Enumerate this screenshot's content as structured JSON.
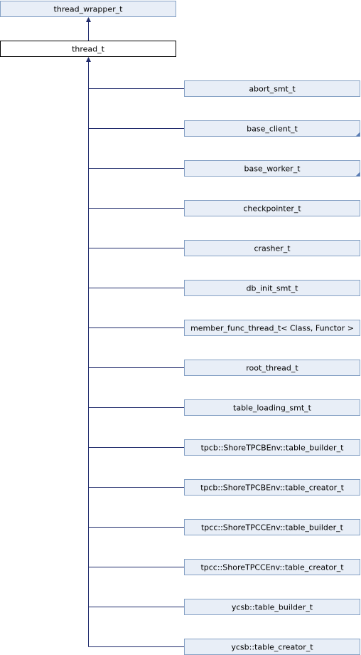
{
  "diagram": {
    "parent": {
      "label": "thread_wrapper_t"
    },
    "current": {
      "label": "thread_t"
    },
    "children": [
      {
        "label": "abort_smt_t",
        "has_more": false
      },
      {
        "label": "base_client_t",
        "has_more": true
      },
      {
        "label": "base_worker_t",
        "has_more": true
      },
      {
        "label": "checkpointer_t",
        "has_more": false
      },
      {
        "label": "crasher_t",
        "has_more": false
      },
      {
        "label": "db_init_smt_t",
        "has_more": false
      },
      {
        "label": "member_func_thread_t< Class, Functor >",
        "has_more": false
      },
      {
        "label": "root_thread_t",
        "has_more": false
      },
      {
        "label": "table_loading_smt_t",
        "has_more": false
      },
      {
        "label": "tpcb::ShoreTPCBEnv::table_builder_t",
        "has_more": false
      },
      {
        "label": "tpcb::ShoreTPCBEnv::table_creator_t",
        "has_more": false
      },
      {
        "label": "tpcc::ShoreTPCCEnv::table_builder_t",
        "has_more": false
      },
      {
        "label": "tpcc::ShoreTPCCEnv::table_creator_t",
        "has_more": false
      },
      {
        "label": "ycsb::table_builder_t",
        "has_more": false
      },
      {
        "label": "ycsb::table_creator_t",
        "has_more": false
      }
    ],
    "colors": {
      "node_fill": "#e8eef7",
      "node_border": "#84a0c4",
      "current_fill": "#ffffff",
      "current_border": "#000000",
      "edge": "#1f2a6b"
    }
  }
}
